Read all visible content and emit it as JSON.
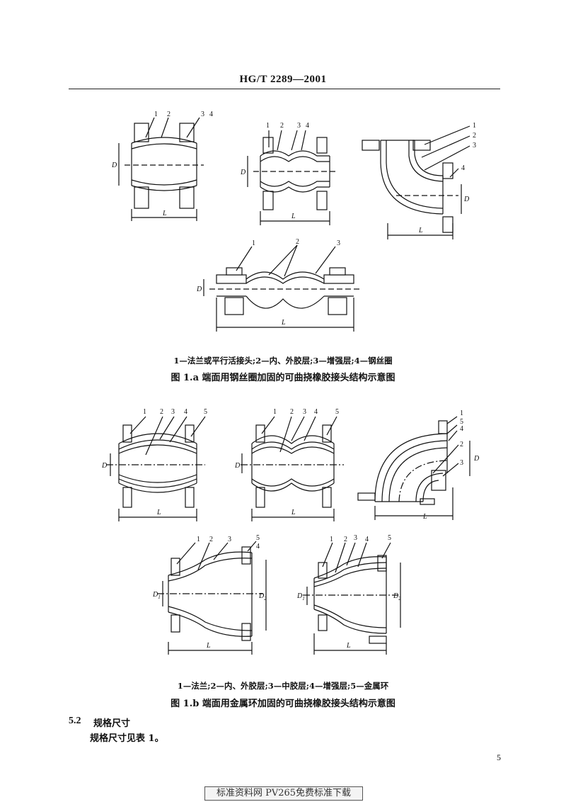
{
  "header": {
    "standard_no": "HG/T 2289—2001"
  },
  "figure_a": {
    "labels": {
      "n1": "1",
      "n2": "2",
      "n3": "3",
      "n4": "4",
      "D": "D",
      "L": "L"
    },
    "legend": "1—法兰或平行活接头;2—内、外胶层;3—增强层;4—钢丝圈",
    "caption": "图 1.a  端面用钢丝圈加固的可曲挠橡胶接头结构示意图"
  },
  "figure_b": {
    "labels": {
      "n1": "1",
      "n2": "2",
      "n3": "3",
      "n4": "4",
      "n5": "5",
      "D": "D",
      "D1": "D",
      "D2": "D",
      "sub1": "1",
      "sub2": "2",
      "L": "L"
    },
    "legend": "1—法兰;2—内、外胶层;3—中胶层;4—增强层;5—金属环",
    "caption": "图 1.b  端面用金属环加固的可曲挠橡胶接头结构示意图"
  },
  "section": {
    "number": "5.2",
    "title": "规格尺寸",
    "text": "规格尺寸见表 1。"
  },
  "page_number": "5",
  "watermark": "标准资料网 PV265免费标准下载"
}
